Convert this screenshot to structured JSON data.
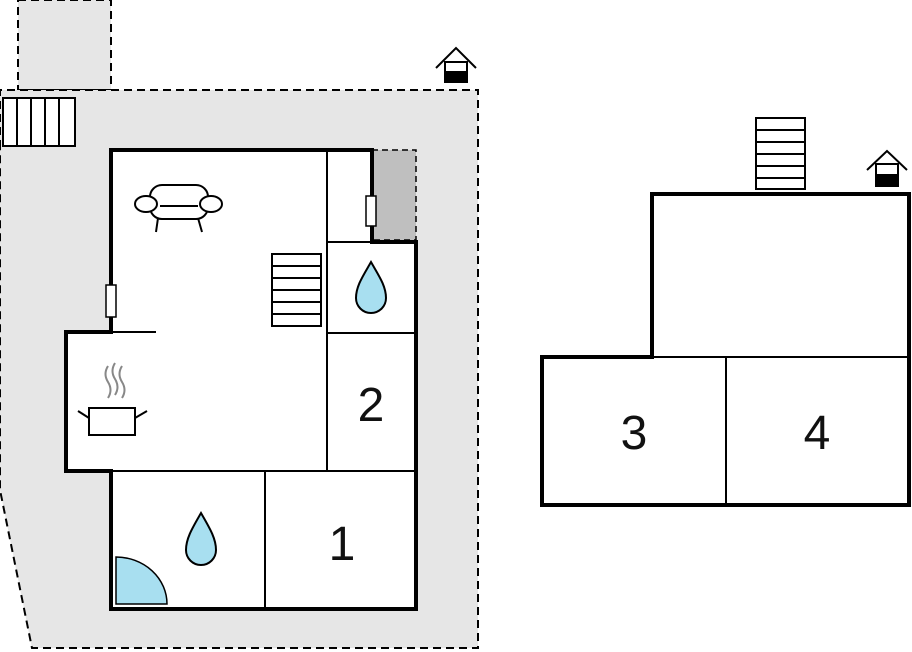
{
  "colors": {
    "terrace": "#e6e6e6",
    "wall": "#000000",
    "dark_area": "#bfbfbf",
    "water": "#a8dff0",
    "shower": "#a8dff0",
    "background": "#ffffff"
  },
  "ground_floor": {
    "rooms": [
      {
        "label": "1"
      },
      {
        "label": "2"
      }
    ],
    "icons": [
      "sofa-icon",
      "stairs-icon",
      "cooking-pot-icon",
      "water-drop-icon",
      "shower-icon",
      "house-entrance-icon",
      "outdoor-stairs-icon"
    ]
  },
  "upper_floor": {
    "rooms": [
      {
        "label": "3"
      },
      {
        "label": "4"
      }
    ],
    "icons": [
      "stairs-icon",
      "house-entrance-icon"
    ]
  }
}
